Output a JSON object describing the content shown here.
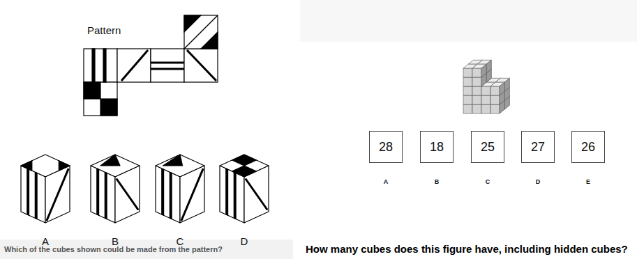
{
  "diagram": {
    "nodes": [
      {
        "text": [
          "28"
        ]
      },
      {
        "text": [
          "18"
        ]
      },
      {
        "text": [
          "25"
        ]
      },
      {
        "text": [
          "27"
        ]
      },
      {
        "text": [
          "26"
        ]
      }
    ],
    "labels": [
      "Pattern",
      "A",
      "B",
      "C",
      "D",
      "Which of the cubes shown could be made from the pattern?",
      "A",
      "B",
      "C",
      "D",
      "E",
      "How many cubes does this figure have, including hidden cubes?"
    ]
  }
}
